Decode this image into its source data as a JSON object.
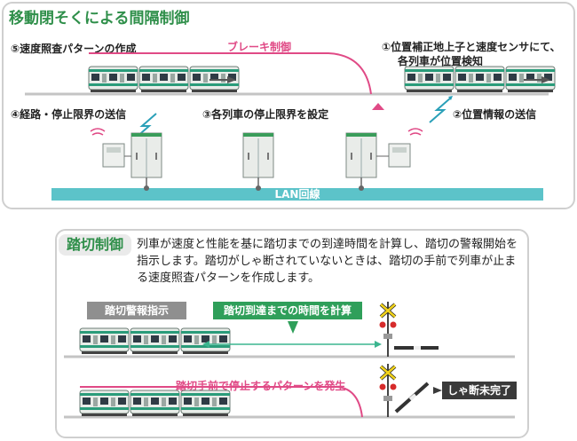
{
  "top": {
    "title": "移動閉そくによる間隔制御",
    "label_pattern": "⑤速度照査パターンの作成",
    "label_brake": "ブレーキ制御",
    "label_detect_line1": "①位置補正地上子と速度センサにて、",
    "label_detect_line2": "各列車が位置検知",
    "label_route": "④経路・停止限界の送信",
    "label_limit": "③各列車の停止限界を設定",
    "label_send": "②位置情報の送信",
    "lan": "LAN回線"
  },
  "crossing": {
    "title": "踏切制御",
    "description": "列車が速度と性能を基に踏切までの到達時間を計算し、踏切の警報開始を指示します。踏切がしゃ断されていないときは、踏切の手前で列車が止まる速度照査パターンを作成します。",
    "tag_warning": "踏切警報指示",
    "tag_calc": "踏切到達までの時間を計算",
    "label_stop_pattern": "踏切手前で停止するパターンを発生",
    "tag_incomplete": "しゃ断未完了"
  },
  "colors": {
    "accent_green": "#2f8f4a",
    "pink": "#e04a86",
    "lan": "#5cc3c9",
    "train_stripe": "#2a9c7a"
  }
}
